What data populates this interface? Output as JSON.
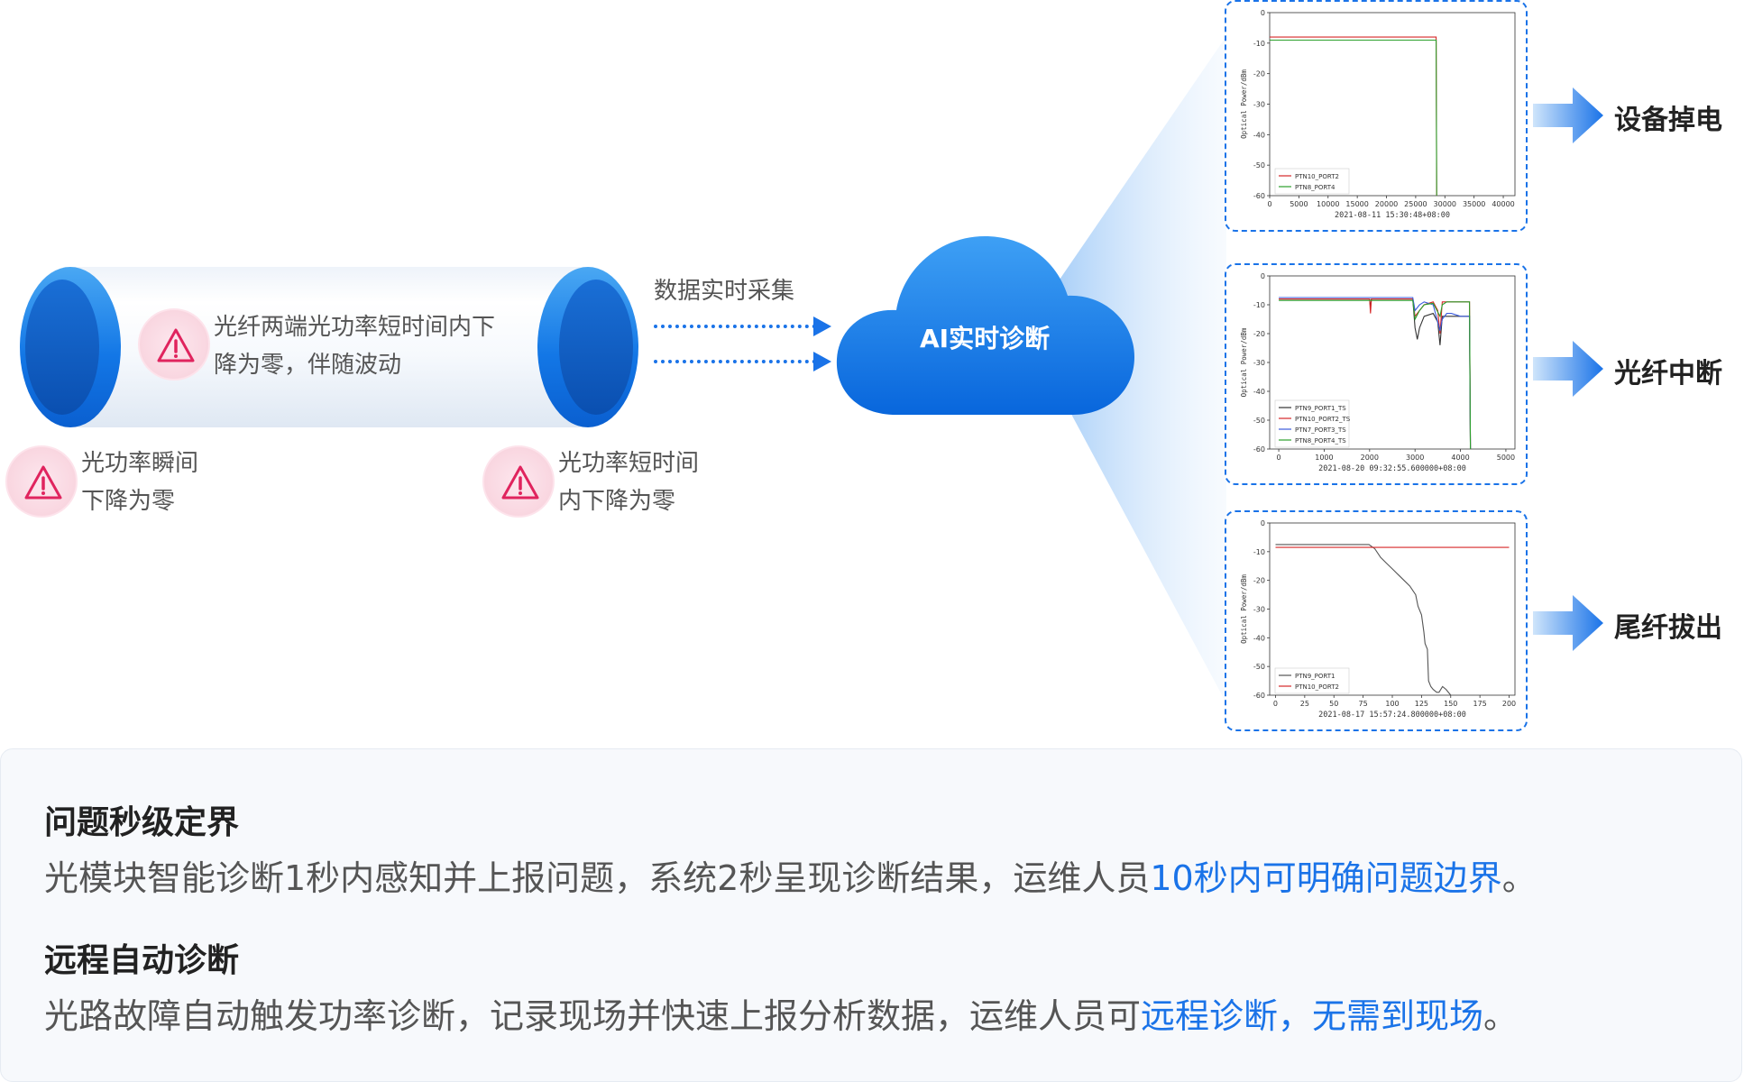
{
  "fiber": {
    "center_text_line1": "光纤两端光功率短时间内下",
    "center_text_line2": "降为零，伴随波动",
    "left_text_line1": "光功率瞬间",
    "left_text_line2": "下降为零",
    "right_text_line1": "光功率短时间",
    "right_text_line2": "内下降为零",
    "icon": "warning-triangle-icon"
  },
  "collect_label": "数据实时采集",
  "cloud_label": "AI实时诊断",
  "colors": {
    "accent": "#1a73e8",
    "warn": "#e0245e",
    "green": "#2ca02c",
    "red": "#d62728",
    "blue": "#3b5bdb",
    "gray": "#555555"
  },
  "outputs": [
    {
      "label": "设备掉电"
    },
    {
      "label": "光纤中断"
    },
    {
      "label": "尾纤拔出"
    }
  ],
  "chart_data": [
    {
      "type": "line",
      "ylabel": "Optical Power/dBm",
      "xlabel": "2021-08-11 15:30:48+08:00",
      "ylim": [
        -60,
        0
      ],
      "xlim": [
        0,
        42000
      ],
      "yticks": [
        "0",
        "-10",
        "-20",
        "-30",
        "-40",
        "-50",
        "-60"
      ],
      "xticks": [
        "0",
        "5000",
        "10000",
        "15000",
        "20000",
        "25000",
        "30000",
        "35000",
        "40000"
      ],
      "legend": "lower-left",
      "series": [
        {
          "name": "PTN10_PORT2",
          "color": "#d62728",
          "x": [
            0,
            28500,
            28600
          ],
          "y": [
            -8,
            -8,
            -60
          ]
        },
        {
          "name": "PTN8_PORT4",
          "color": "#2ca02c",
          "x": [
            0,
            28500,
            28600
          ],
          "y": [
            -9,
            -9,
            -60
          ]
        }
      ]
    },
    {
      "type": "line",
      "ylabel": "Optical Power/dBm",
      "xlabel": "2021-08-20 09:32:55.600000+08:00",
      "ylim": [
        -60,
        0
      ],
      "xlim": [
        -200,
        5200
      ],
      "yticks": [
        "0",
        "-10",
        "-20",
        "-30",
        "-40",
        "-50",
        "-60"
      ],
      "xticks": [
        "0",
        "1000",
        "2000",
        "3000",
        "4000",
        "5000"
      ],
      "legend": "lower-left",
      "series": [
        {
          "name": "PTN9_PORT1_TS",
          "color": "#333333",
          "x": [
            0,
            2000,
            2020,
            2040,
            2950,
            3000,
            3050,
            3100,
            3200,
            3400,
            3500,
            3550,
            3600,
            3700,
            3800,
            4200,
            4220
          ],
          "y": [
            -8,
            -8,
            -11,
            -8,
            -8,
            -18,
            -22,
            -18,
            -14,
            -13,
            -16,
            -24,
            -14,
            -14,
            -14,
            -14,
            -60
          ]
        },
        {
          "name": "PTN10_PORT2_TS",
          "color": "#d62728",
          "x": [
            0,
            2000,
            2020,
            2040,
            2950,
            3000,
            3100,
            3200,
            3400,
            3500,
            3550,
            3600,
            4200,
            4220
          ],
          "y": [
            -8,
            -8,
            -13,
            -8,
            -8,
            -14,
            -12,
            -10,
            -9,
            -12,
            -20,
            -9,
            -9,
            -60
          ]
        },
        {
          "name": "PTN7_PORT3_TS",
          "color": "#3b5bdb",
          "x": [
            0,
            2950,
            3000,
            3100,
            3200,
            3400,
            3550,
            3600,
            3700,
            3800,
            4000,
            4200,
            4220
          ],
          "y": [
            -7.5,
            -7.5,
            -12,
            -10,
            -9,
            -10,
            -19,
            -15,
            -13,
            -13,
            -14,
            -14,
            -60
          ]
        },
        {
          "name": "PTN8_PORT4_TS",
          "color": "#2ca02c",
          "x": [
            0,
            2950,
            3000,
            3100,
            3200,
            3400,
            3550,
            3600,
            3700,
            4200,
            4220
          ],
          "y": [
            -8.5,
            -8.5,
            -15,
            -12,
            -10,
            -9.5,
            -14,
            -10,
            -9,
            -9,
            -60
          ]
        }
      ]
    },
    {
      "type": "line",
      "ylabel": "Optical Power/dBm",
      "xlabel": "2021-08-17 15:57:24.800000+08:00",
      "ylim": [
        -60,
        0
      ],
      "xlim": [
        -5,
        205
      ],
      "yticks": [
        "0",
        "-10",
        "-20",
        "-30",
        "-40",
        "-50",
        "-60"
      ],
      "xticks": [
        "0",
        "25",
        "50",
        "75",
        "100",
        "125",
        "150",
        "175",
        "200"
      ],
      "legend": "lower-left",
      "series": [
        {
          "name": "PTN9_PORT1",
          "color": "#555555",
          "x": [
            0,
            55,
            80,
            85,
            90,
            95,
            100,
            105,
            110,
            115,
            120,
            122,
            125,
            127,
            128,
            130,
            131,
            133,
            135,
            138,
            140,
            143,
            146,
            150
          ],
          "y": [
            -7.5,
            -7.5,
            -7.5,
            -9,
            -12,
            -14,
            -16,
            -18,
            -20,
            -22,
            -25,
            -29,
            -32,
            -38,
            -42,
            -44,
            -55,
            -57,
            -58,
            -59,
            -59,
            -57,
            -58,
            -60
          ]
        },
        {
          "name": "PTN10_PORT2",
          "color": "#d62728",
          "x": [
            0,
            200
          ],
          "y": [
            -8.5,
            -8.5
          ]
        }
      ]
    }
  ],
  "features": [
    {
      "title": "问题秒级定界",
      "desc_plain": "光模块智能诊断1秒内感知并上报问题，系统2秒呈现诊断结果，运维人员",
      "desc_highlight": "10秒内可明确问题边界",
      "desc_end": "。"
    },
    {
      "title": "远程自动诊断",
      "desc_plain": "光路故障自动触发功率诊断，记录现场并快速上报分析数据，运维人员可",
      "desc_highlight": "远程诊断，无需到现场",
      "desc_end": "。"
    }
  ]
}
